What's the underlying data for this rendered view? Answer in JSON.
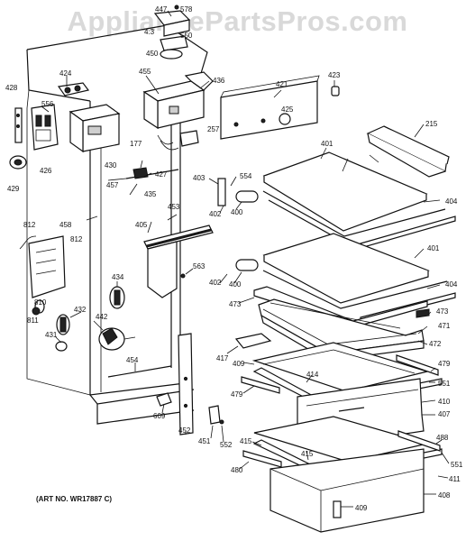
{
  "watermark": "AppliancePartsPros.com",
  "art_number": "(ART NO. WR17887 C)",
  "part_labels": {
    "p447": "447",
    "p578": "578",
    "p413": "4:3",
    "p450": "450",
    "p550": "550",
    "p424": "424",
    "p428": "428",
    "p455": "455",
    "p436": "436",
    "p421": "421",
    "p423": "423",
    "p556": "556",
    "p425": "425",
    "p215": "215",
    "p426": "426",
    "p430": "430",
    "p177": "177",
    "p257": "257",
    "p401a": "401",
    "p429": "429",
    "p457": "457",
    "p427": "427",
    "p435": "435",
    "p403": "403",
    "p554": "554",
    "p404a": "404",
    "p453": "453",
    "p402a": "402",
    "p400a": "400",
    "p812a": "812",
    "p458": "458",
    "p812b": "812",
    "p405": "405",
    "p401b": "401",
    "p563": "563",
    "p402b": "402",
    "p400b": "400",
    "p404b": "404",
    "p434": "434",
    "p810": "810",
    "p473a": "473",
    "p432": "432",
    "p811": "811",
    "p442": "442",
    "p473b": "473",
    "p471": "471",
    "p431": "431",
    "p472": "472",
    "p417": "417",
    "p409a": "409",
    "p479a": "479",
    "p454": "454",
    "p414": "414",
    "p551a": "551",
    "p479b": "479",
    "p410": "410",
    "p609": "609",
    "p407": "407",
    "p452": "452",
    "p451": "451",
    "p552": "552",
    "p415a": "415",
    "p488": "488",
    "p480": "480",
    "p415b": "415",
    "p551b": "551",
    "p411": "411",
    "p409b": "409",
    "p408": "408"
  }
}
